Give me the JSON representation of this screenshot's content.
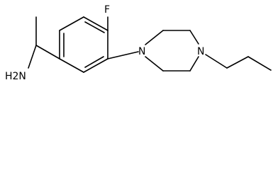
{
  "molecule": {
    "atom_labels": {
      "fluorine": "F",
      "piperazine_n_aryl": "N",
      "piperazine_n_propyl": "N",
      "amine": "H2N"
    },
    "colors": {
      "bond": "#000000",
      "label": "#000000",
      "background": "#ffffff"
    }
  }
}
